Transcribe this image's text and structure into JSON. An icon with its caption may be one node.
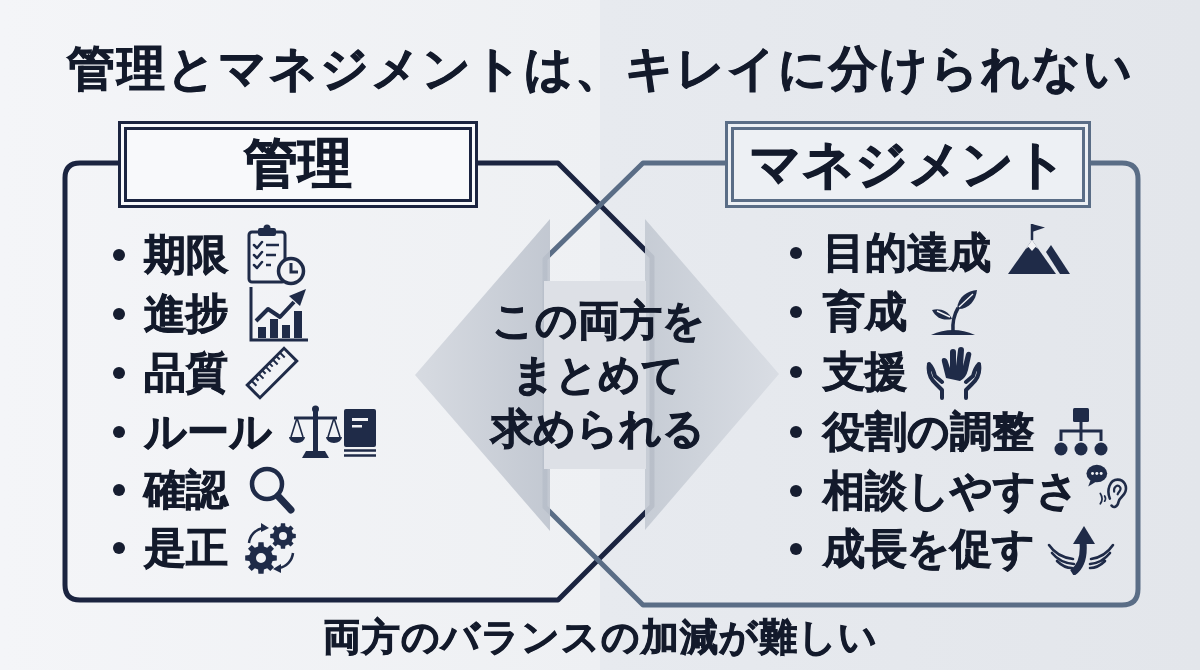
{
  "diagram": {
    "title": "管理とマネジメントは、キレイに分けられない",
    "nodes": [
      {
        "text": [
          "管理"
        ]
      },
      {
        "text": [
          "期限",
          "進捗",
          "品質",
          "ルール",
          "確認",
          "是正"
        ]
      },
      {
        "text": [
          "マネジメント"
        ]
      },
      {
        "text": [
          "目的達成",
          "育成",
          "支援",
          "役割の調整",
          "相談しやすさ",
          "成長を促す"
        ]
      },
      {
        "text": [
          "この両方をまとめて求められる"
        ]
      }
    ],
    "caption": "両方のバランスの加減が難しい"
  }
}
